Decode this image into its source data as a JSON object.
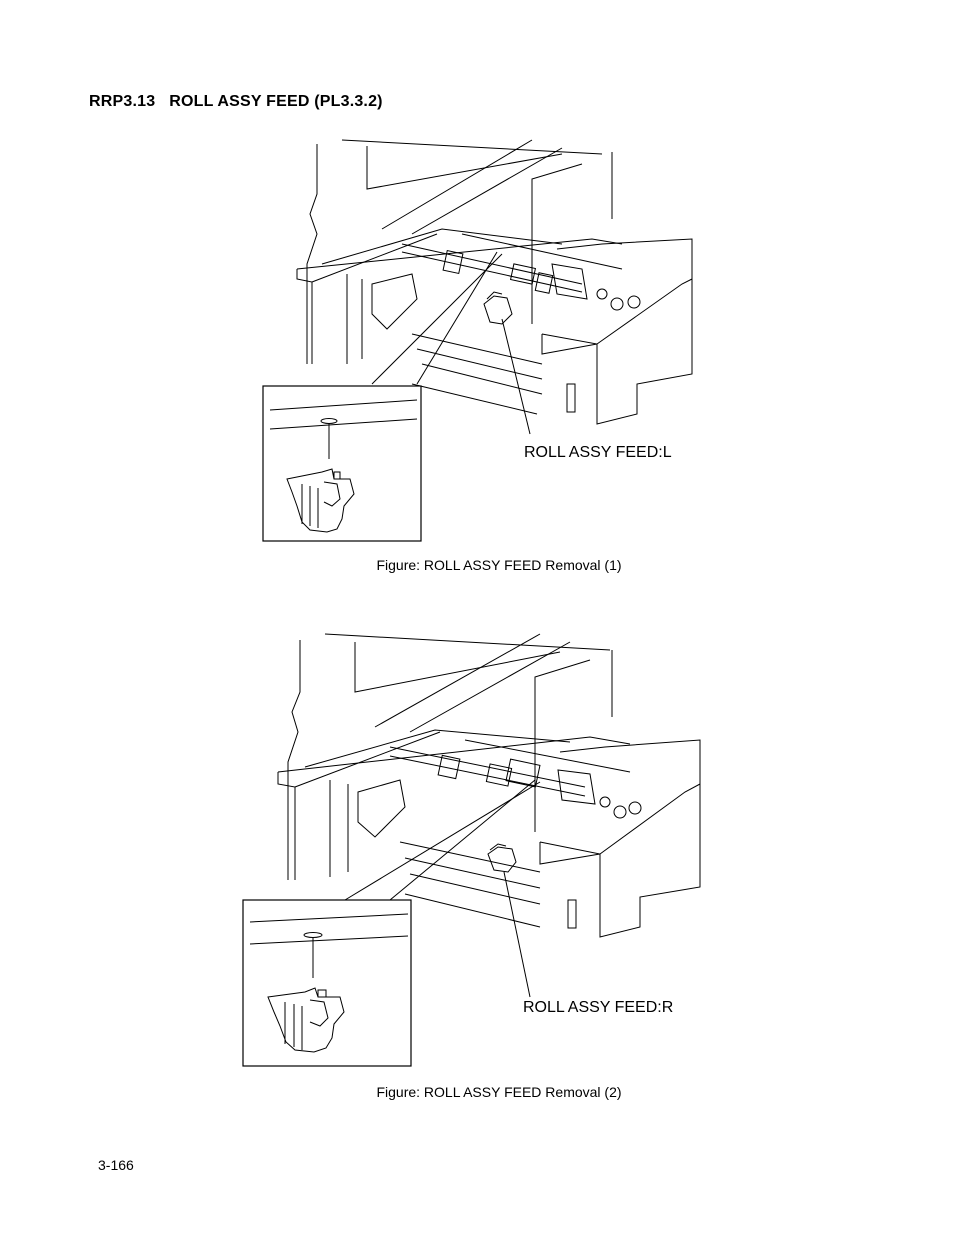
{
  "section": {
    "number": "RRP3.13",
    "title": "ROLL ASSY FEED (PL3.3.2)"
  },
  "figures": [
    {
      "callout": "ROLL ASSY FEED:L",
      "caption": "Figure: ROLL ASSY FEED Removal (1)"
    },
    {
      "callout": "ROLL ASSY FEED:R",
      "caption": "Figure: ROLL ASSY FEED Removal (2)"
    }
  ],
  "footer": {
    "page_number": "3-166"
  }
}
